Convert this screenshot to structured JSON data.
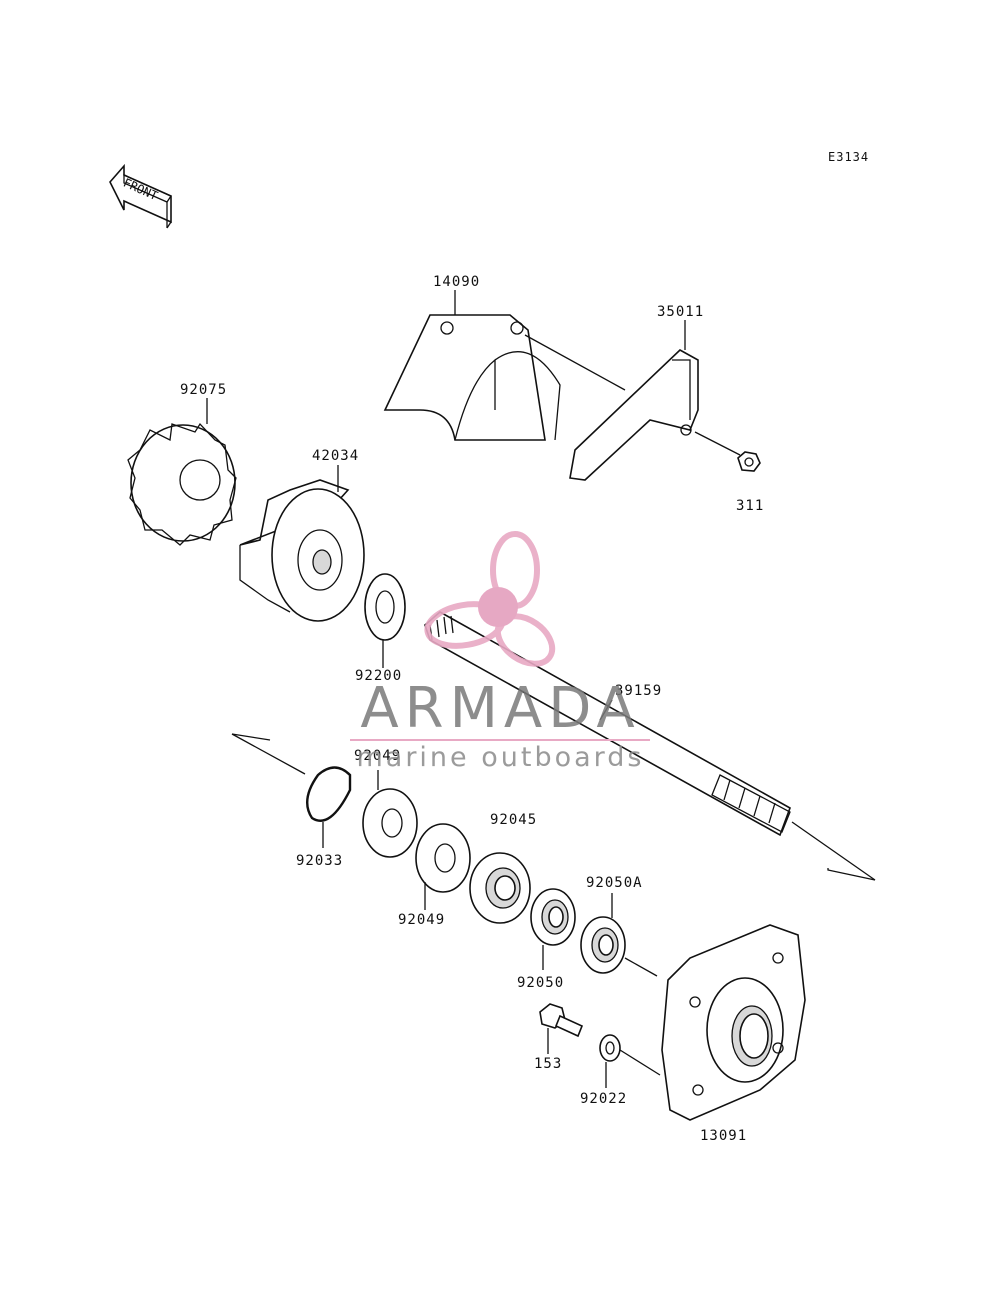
{
  "diagram_code": "E3134",
  "front_arrow_label": "FRONT",
  "parts": [
    {
      "id": "14090"
    },
    {
      "id": "35011"
    },
    {
      "id": "92075"
    },
    {
      "id": "42034"
    },
    {
      "id": "311"
    },
    {
      "id": "92200"
    },
    {
      "id": "39159"
    },
    {
      "id": "92049"
    },
    {
      "id": "92045"
    },
    {
      "id": "92033"
    },
    {
      "id": "92049"
    },
    {
      "id": "92050A"
    },
    {
      "id": "92050"
    },
    {
      "id": "153"
    },
    {
      "id": "92022"
    },
    {
      "id": "13091"
    }
  ],
  "watermark": {
    "title": "ARMADA",
    "subtitle": "marine outboards",
    "logo_color": "#e8a9c4",
    "logo_core_color": "#e49fbd",
    "text_color": "#7a7a7a",
    "underline_color": "#e8a9c4"
  }
}
